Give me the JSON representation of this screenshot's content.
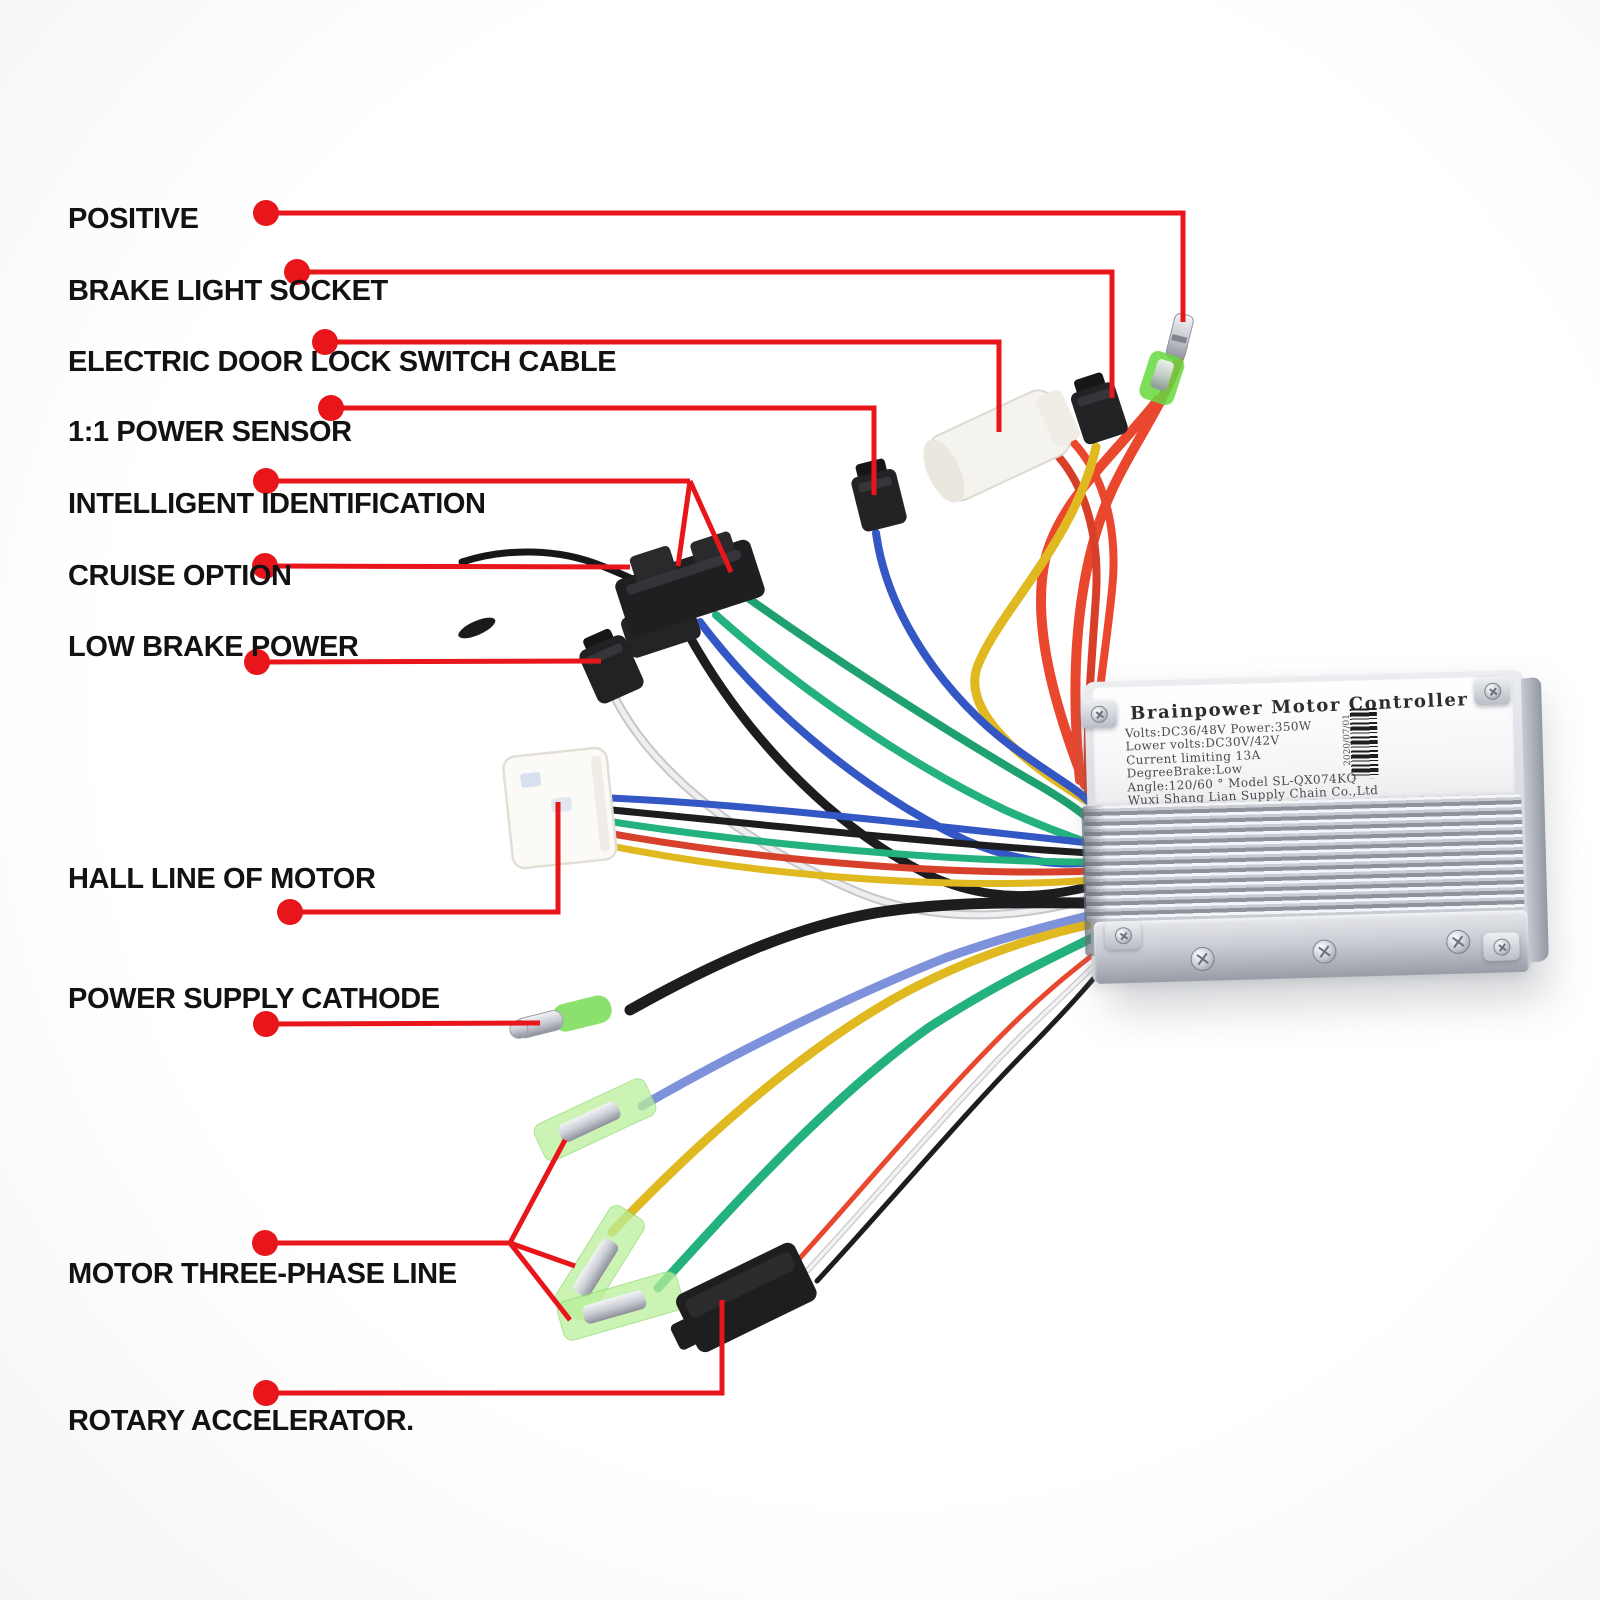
{
  "page": {
    "description": "Annotated wiring diagram photo of an e-bike brushless motor controller with labeled cables",
    "background": "#ffffff"
  },
  "colors": {
    "leader_red": "#e8151b",
    "label_text": "#121212",
    "wire_red": "#e9472e",
    "wire_yellow": "#e0b81f",
    "wire_blue": "#3357c4",
    "wire_periwinkle": "#7e92dc",
    "wire_green": "#23b17d",
    "terminal_sleeve_green": "#6fdc4a",
    "wire_black": "#1d1d1f",
    "wire_white": "#eeeef0",
    "controller_silver": "#d7d9de"
  },
  "labels": [
    {
      "id": "positive",
      "text": "POSITIVE"
    },
    {
      "id": "brake-light",
      "text": "BRAKE LIGHT SOCKET"
    },
    {
      "id": "door-lock",
      "text": "ELECTRIC DOOR LOCK SWITCH CABLE"
    },
    {
      "id": "power-sensor",
      "text": "1:1 POWER SENSOR"
    },
    {
      "id": "intelligent-id",
      "text": "INTELLIGENT IDENTIFICATION"
    },
    {
      "id": "cruise-option",
      "text": "CRUISE OPTION"
    },
    {
      "id": "low-brake",
      "text": "LOW BRAKE POWER"
    },
    {
      "id": "hall-line",
      "text": "HALL LINE OF MOTOR"
    },
    {
      "id": "supply-cathode",
      "text": "POWER SUPPLY CATHODE"
    },
    {
      "id": "three-phase",
      "text": "MOTOR THREE-PHASE LINE"
    },
    {
      "id": "rotary-accel",
      "text": "ROTARY ACCELERATOR."
    }
  ],
  "controller_label": {
    "title": "Brainpower Motor Controller",
    "lines": [
      "Volts:DC36/48V    Power:350W",
      "Lower volts:DC30V/42V",
      "Current limiting 13A",
      "DegreeBrake:Low",
      "Angle:120/60 °  Model SL-QX074KQ",
      "Wuxi Shang Lian Supply Chain Co.,Ltd"
    ],
    "serial": "2020/07/01"
  }
}
